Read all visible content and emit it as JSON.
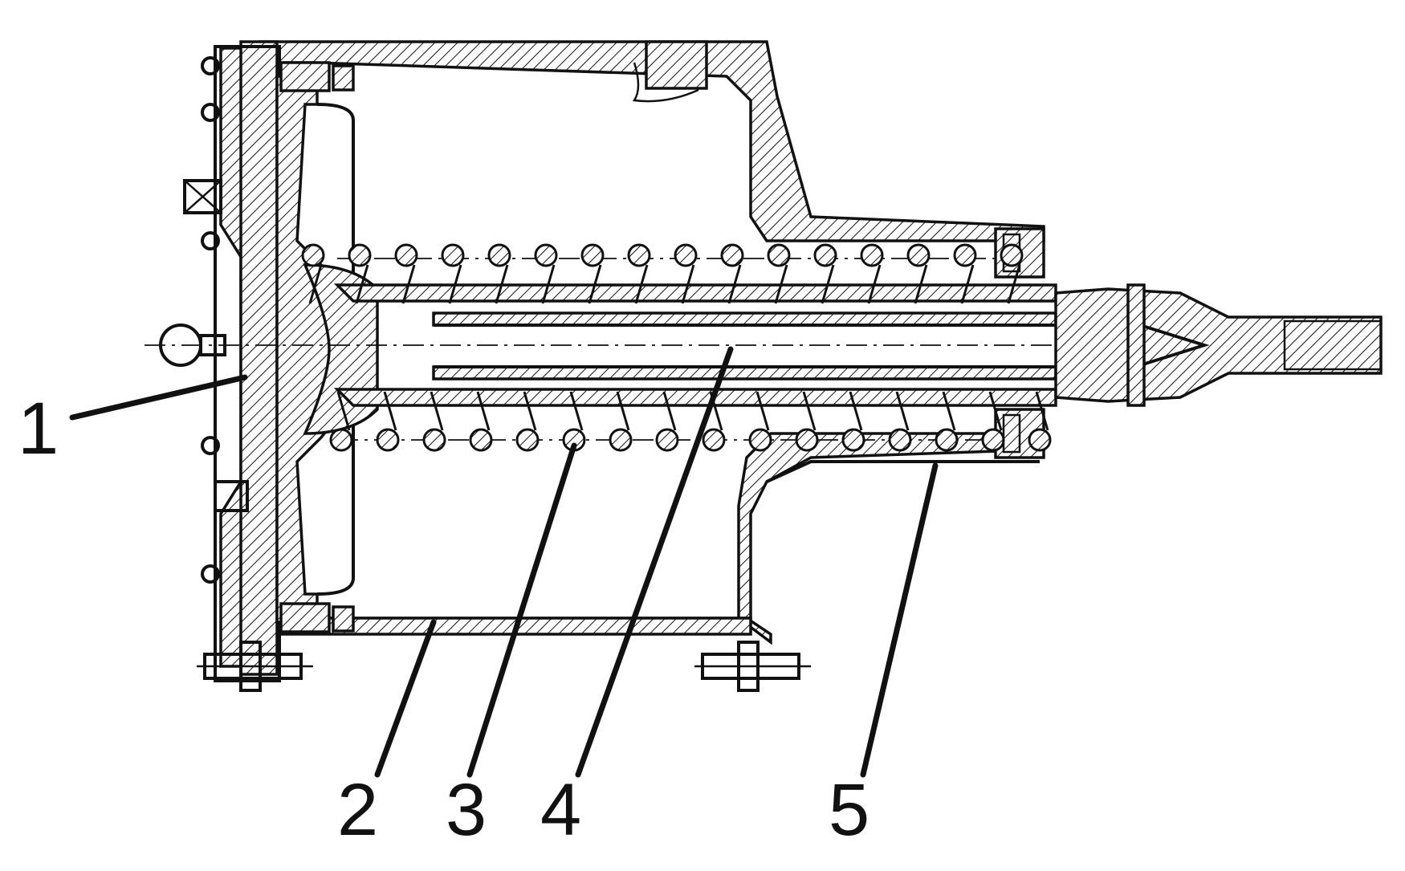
{
  "diagram": {
    "callouts": [
      {
        "id": "1",
        "label": "1"
      },
      {
        "id": "2",
        "label": "2"
      },
      {
        "id": "3",
        "label": "3"
      },
      {
        "id": "4",
        "label": "4"
      },
      {
        "id": "5",
        "label": "5"
      }
    ],
    "spring_coils_per_row": 16,
    "colors": {
      "ink": "#111111",
      "paper": "#ffffff"
    }
  }
}
